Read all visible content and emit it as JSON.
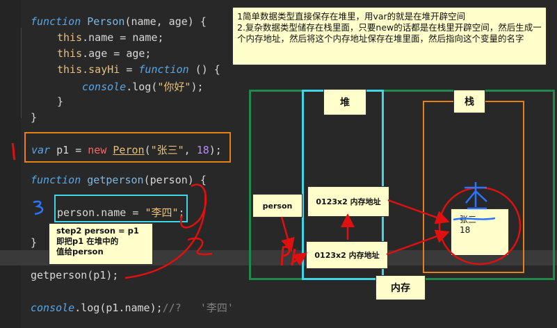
{
  "code": {
    "line1": {
      "kw": "function",
      "name": "Person",
      "rest": "(name, age) {"
    },
    "line2": {
      "this": "this",
      "rest": ".name = name;"
    },
    "line3": {
      "this": "this",
      "rest": ".age = age;"
    },
    "line4": {
      "this": "this",
      "prop": ".sayHi",
      "eq": " = ",
      "kw": "function",
      "rest": " () {"
    },
    "line5": {
      "obj": "console",
      "rest": ".log(",
      "str": "\"你好\"",
      "end": ");"
    },
    "line6": "}",
    "line7": "}",
    "line8": {
      "kw": "var",
      "mid": " p1 = ",
      "new": "new",
      "cls": "Peron",
      "open": "(",
      "str": "\"张三\"",
      "comma": ", ",
      "num": "18",
      "end": ");"
    },
    "line9": {
      "kw": "function",
      "name": "getperson",
      "rest": "(person) {"
    },
    "line10": {
      "lhs": "person.name = ",
      "str": "\"李四\"",
      "end": ";"
    },
    "line11": "}",
    "line12": "getperson(p1);",
    "line13": {
      "obj": "console",
      "rest": ".log(p1.name);",
      "cmt": "//?   '李四'"
    }
  },
  "notes": {
    "top": "1简单数据类型直接保存在堆里，用var的就是在堆开辟空间\n2.复杂数据类型储存在栈里面，只要new的话都是在栈里开辟空间，然后生成一个内存地址，然后将这个内存地址保存在堆里面，然后指向这个变量的名字",
    "step2": "step2 person = p1\n即把p1 在堆中的\n值给person"
  },
  "diagram": {
    "heap_label": "堆",
    "stack_label": "栈",
    "memory_label": "内存",
    "person_box": "person",
    "addr1": "0123x2 内存地址",
    "addr2": "0123x2 内存地址",
    "obj_name": "张三",
    "obj_age": "18",
    "handwritten_name": "李",
    "p1_label": "P1"
  },
  "annotations": {
    "mark1": "1",
    "mark2": "2",
    "mark3": "3"
  }
}
